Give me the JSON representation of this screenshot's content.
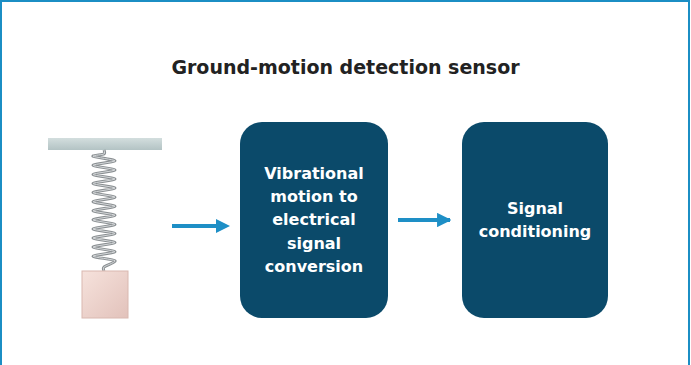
{
  "diagram": {
    "title": "Ground-motion detection sensor",
    "nodes": [
      {
        "text": [
          "Vibrational motion to electrical signal conversion"
        ]
      },
      {
        "text": [
          "Signal conditioning"
        ]
      }
    ],
    "edges": [
      {
        "from": 0,
        "to": 1,
        "arrow": "to"
      }
    ]
  }
}
